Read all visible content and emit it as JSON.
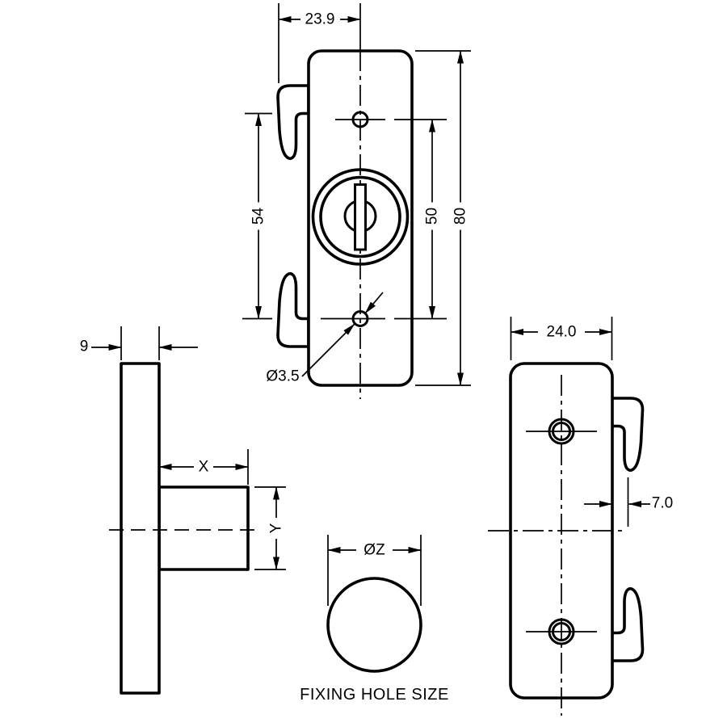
{
  "title": "FIXING HOLE SIZE",
  "colors": {
    "line": "#000000",
    "background": "#ffffff"
  },
  "front_view": {
    "dim_width_to_center": "23.9",
    "dim_clip_spacing": "54",
    "dim_hole_spacing": "50",
    "dim_height": "80",
    "dim_hole_diameter": "Ø3.5"
  },
  "side_view": {
    "dim_thickness": "9",
    "dim_body_length": "X",
    "dim_body_height": "Y"
  },
  "rear_view": {
    "dim_width": "24.0",
    "dim_clip_gap": "7.0"
  },
  "fixing_hole_view": {
    "dim_diameter": "ØZ",
    "caption": "FIXING HOLE SIZE"
  }
}
